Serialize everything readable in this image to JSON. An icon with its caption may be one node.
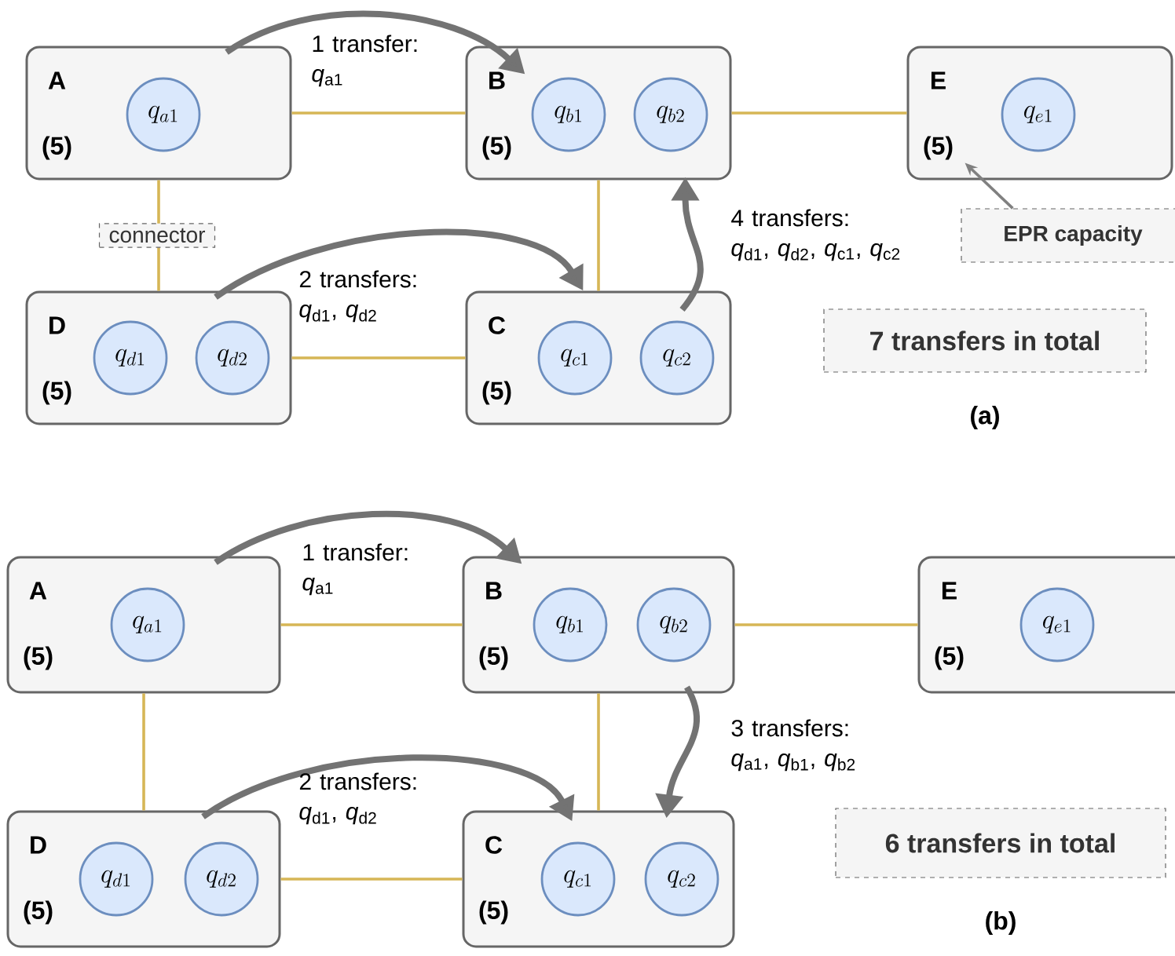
{
  "diagram": {
    "nodes": [
      {
        "text": [
          "A",
          "(5)"
        ]
      },
      {
        "text": [
          "q_{a1}"
        ],
        "in": 0
      },
      {
        "text": [
          "B",
          "(5)"
        ]
      },
      {
        "text": [
          "q_{b1}"
        ],
        "in": 2
      },
      {
        "text": [
          "q_{b2}"
        ],
        "in": 2
      },
      {
        "text": [
          "E",
          "(5)"
        ]
      },
      {
        "text": [
          "q_{e1}"
        ],
        "in": 5
      },
      {
        "text": [
          "D",
          "(5)"
        ]
      },
      {
        "text": [
          "q_{d1}"
        ],
        "in": 7
      },
      {
        "text": [
          "q_{d2}"
        ],
        "in": 7
      },
      {
        "text": [
          "C",
          "(5)"
        ]
      },
      {
        "text": [
          "q_{c1}"
        ],
        "in": 10
      },
      {
        "text": [
          "q_{c2}"
        ],
        "in": 10
      },
      {
        "text": [
          "EPR capacity"
        ]
      },
      {
        "text": [
          "7 transfers in total"
        ]
      },
      {
        "text": [
          "A",
          "(5)"
        ]
      },
      {
        "text": [
          "q_{a1}"
        ],
        "in": 15
      },
      {
        "text": [
          "B",
          "(5)"
        ]
      },
      {
        "text": [
          "q_{b1}"
        ],
        "in": 17
      },
      {
        "text": [
          "q_{b2}"
        ],
        "in": 17
      },
      {
        "text": [
          "E",
          "(5)"
        ]
      },
      {
        "text": [
          "q_{e1}"
        ],
        "in": 20
      },
      {
        "text": [
          "D",
          "(5)"
        ]
      },
      {
        "text": [
          "q_{d1}"
        ],
        "in": 22
      },
      {
        "text": [
          "q_{d2}"
        ],
        "in": 22
      },
      {
        "text": [
          "C",
          "(5)"
        ]
      },
      {
        "text": [
          "q_{c1}"
        ],
        "in": 25
      },
      {
        "text": [
          "q_{c2}"
        ],
        "in": 25
      },
      {
        "text": [
          "6 transfers in total"
        ]
      }
    ],
    "edges": [
      {
        "from": 0,
        "to": 2,
        "arrow": "none"
      },
      {
        "from": 2,
        "to": 5,
        "arrow": "none"
      },
      {
        "from": 0,
        "to": 7,
        "arrow": "none"
      },
      {
        "from": 2,
        "to": 10,
        "arrow": "none"
      },
      {
        "from": 7,
        "to": 10,
        "arrow": "none"
      },
      {
        "from": 0,
        "to": 2,
        "arrow": "to",
        "label": "1 transfer: *q*$_{a1}$",
        "style": "thick",
        "color": "#737373"
      },
      {
        "from": 7,
        "to": 10,
        "arrow": "to",
        "label": "2 transfers: *q*$_{d1}$, *q*$_{d2}$",
        "style": "thick",
        "color": "#737373"
      },
      {
        "from": 10,
        "to": 2,
        "arrow": "to",
        "label": "4 transfers: *q*$_{d1}$, *q*$_{d2}$, *q*$_{c1}$, *q*$_{c2}$",
        "style": "thick",
        "color": "#737373"
      },
      {
        "from": 13,
        "to": 5,
        "arrow": "to",
        "color": "#808080"
      },
      {
        "from": 15,
        "to": 17,
        "arrow": "none"
      },
      {
        "from": 17,
        "to": 20,
        "arrow": "none"
      },
      {
        "from": 15,
        "to": 22,
        "arrow": "none"
      },
      {
        "from": 17,
        "to": 25,
        "arrow": "none"
      },
      {
        "from": 22,
        "to": 25,
        "arrow": "none"
      },
      {
        "from": 15,
        "to": 17,
        "arrow": "to",
        "label": "1 transfer: *q*$_{a1}$",
        "style": "thick",
        "color": "#737373"
      },
      {
        "from": 22,
        "to": 25,
        "arrow": "to",
        "label": "2 transfers: *q*$_{d1}$, *q*$_{d2}$",
        "style": "thick",
        "color": "#737373"
      },
      {
        "from": 17,
        "to": 25,
        "arrow": "to",
        "label": "3 transfers: *q*$_{a1}$, *q*$_{b1}$, *q*$_{b2}$",
        "style": "thick",
        "color": "#737373"
      }
    ],
    "labels": [
      "connector",
      "(a)",
      "(b)"
    ]
  }
}
